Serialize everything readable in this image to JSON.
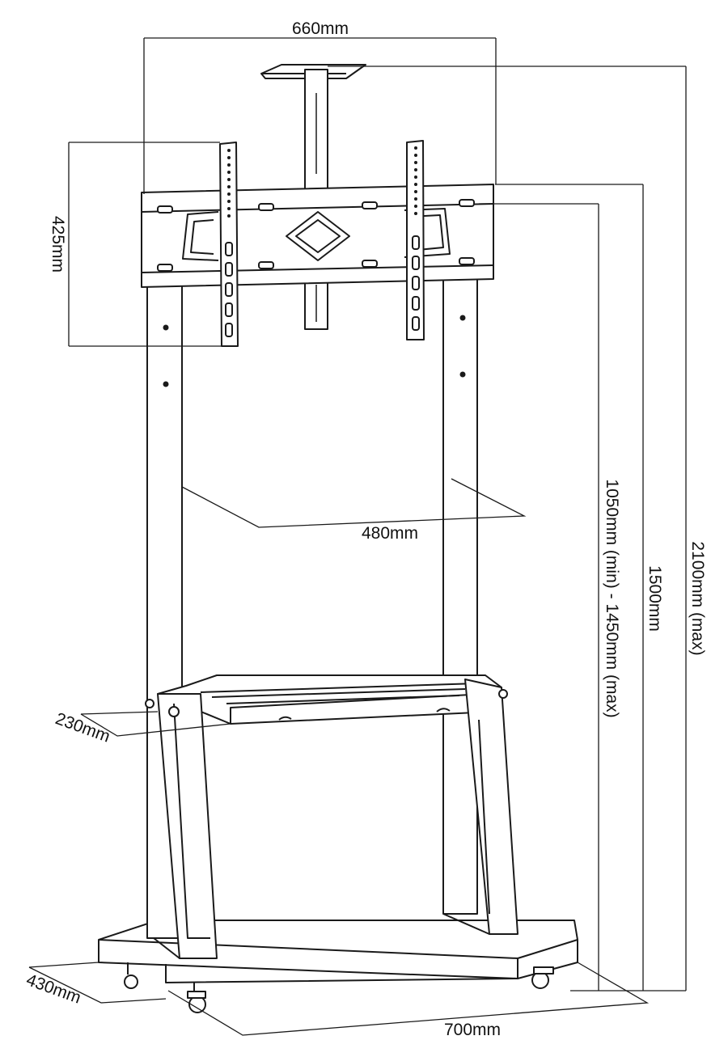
{
  "dimensions": {
    "width_top": "660mm",
    "mount_height": "425mm",
    "depth_inner": "480mm",
    "shelf_depth": "230mm",
    "base_depth": "430mm",
    "base_width": "700mm",
    "height_range": "1050mm (min) - 1450mm (max)",
    "height_1500": "1500mm",
    "height_max": "2100mm (max)"
  }
}
